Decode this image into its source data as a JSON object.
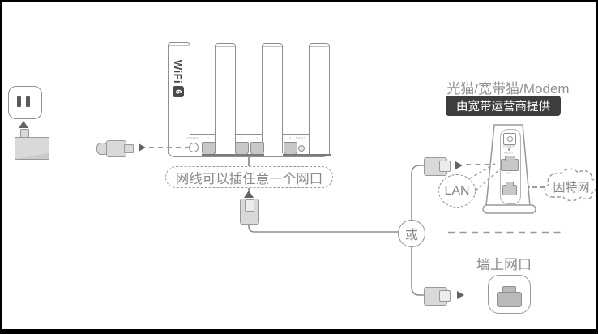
{
  "diagram": {
    "router": {
      "logo_text": "WiFi",
      "logo_badge": "6",
      "callout": "网线可以插任意一个网口",
      "ports": {
        "power": "POWER",
        "p1": "1",
        "p2": "2",
        "p3": "3",
        "p4": "4",
        "reset": "RESET"
      }
    },
    "or_label": "或",
    "modem": {
      "title": "光猫/宽带猫/Modem",
      "badge": "由宽带运营商提供",
      "power_label": "POWER",
      "reset_label": "RESET",
      "lan_port_label": "LAN",
      "lan_callout": "LAN",
      "internet_label": "因特网"
    },
    "wall": {
      "label": "墙上网口"
    },
    "colors": {
      "line_gray": "#999999",
      "text_gray": "#8a8a8a",
      "badge_bg": "#3d3d3d",
      "connector_fill": "#d9d9d9",
      "port_fill": "#c7c7c7",
      "arrow": "#636363",
      "frame_border": "#000000"
    }
  }
}
